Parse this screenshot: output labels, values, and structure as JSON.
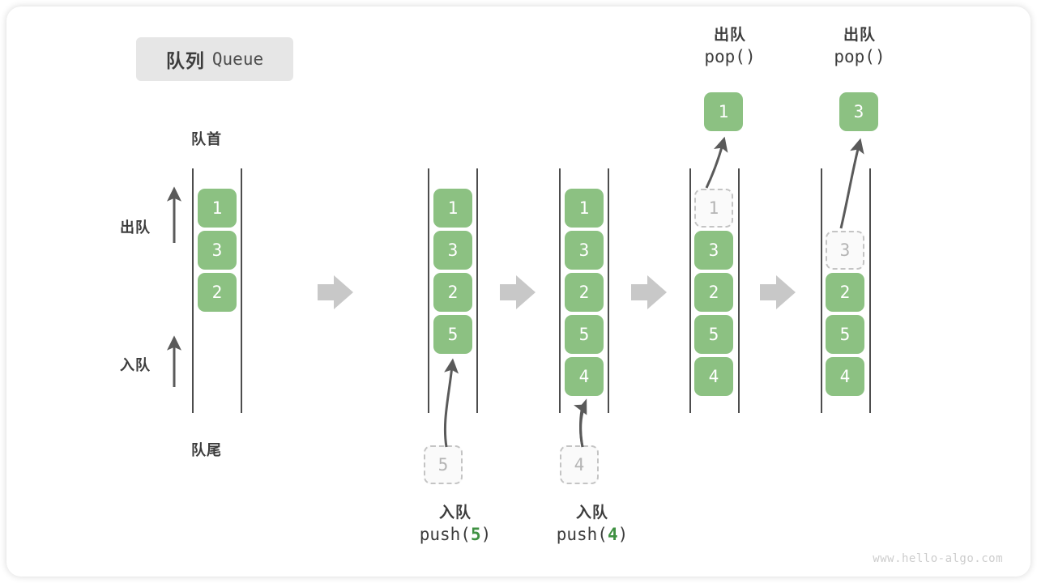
{
  "title": {
    "cn": "队列",
    "en": "Queue"
  },
  "labels": {
    "front": "队首",
    "rear": "队尾",
    "dequeue": "出队",
    "enqueue": "入队"
  },
  "colors": {
    "element": "#8cc182",
    "ghost_border": "#c4c4c4",
    "ghost_text": "#b4b4b4",
    "rail": "#4d4d4d",
    "arrow": "#5a5a5a",
    "step_arrow": "#c8c8c8",
    "badge_bg": "#e6e6e6",
    "text": "#3c3c3c",
    "accent_green": "#3f9142",
    "watermark": "#cdcdcd"
  },
  "steps": [
    {
      "id": "initial",
      "cells": [
        "1",
        "3",
        "2"
      ],
      "ghost": null,
      "ghost_position": null,
      "floating": null,
      "op_cn": null,
      "op_code": null,
      "op_arg": null
    },
    {
      "id": "after-push-5",
      "cells": [
        "1",
        "3",
        "2",
        "5"
      ],
      "ghost": "5",
      "ghost_position": "below",
      "floating": null,
      "op_cn": "入队",
      "op_code_prefix": "push(",
      "op_arg": "5",
      "op_code_suffix": ")"
    },
    {
      "id": "after-push-4",
      "cells": [
        "1",
        "3",
        "2",
        "5",
        "4"
      ],
      "ghost": "4",
      "ghost_position": "below",
      "floating": null,
      "op_cn": "入队",
      "op_code_prefix": "push(",
      "op_arg": "4",
      "op_code_suffix": ")"
    },
    {
      "id": "after-pop-1",
      "cells": [
        "3",
        "2",
        "5",
        "4"
      ],
      "ghost": "1",
      "ghost_position": "head",
      "floating": "1",
      "op_cn": "出队",
      "op_code_prefix": "pop(",
      "op_arg": "",
      "op_code_suffix": ")"
    },
    {
      "id": "after-pop-3",
      "cells": [
        "2",
        "5",
        "4"
      ],
      "ghost": "3",
      "ghost_position": "head-second",
      "floating": "3",
      "op_cn": "出队",
      "op_code_prefix": "pop(",
      "op_arg": "",
      "op_code_suffix": ")"
    }
  ],
  "watermark": "www.hello-algo.com"
}
